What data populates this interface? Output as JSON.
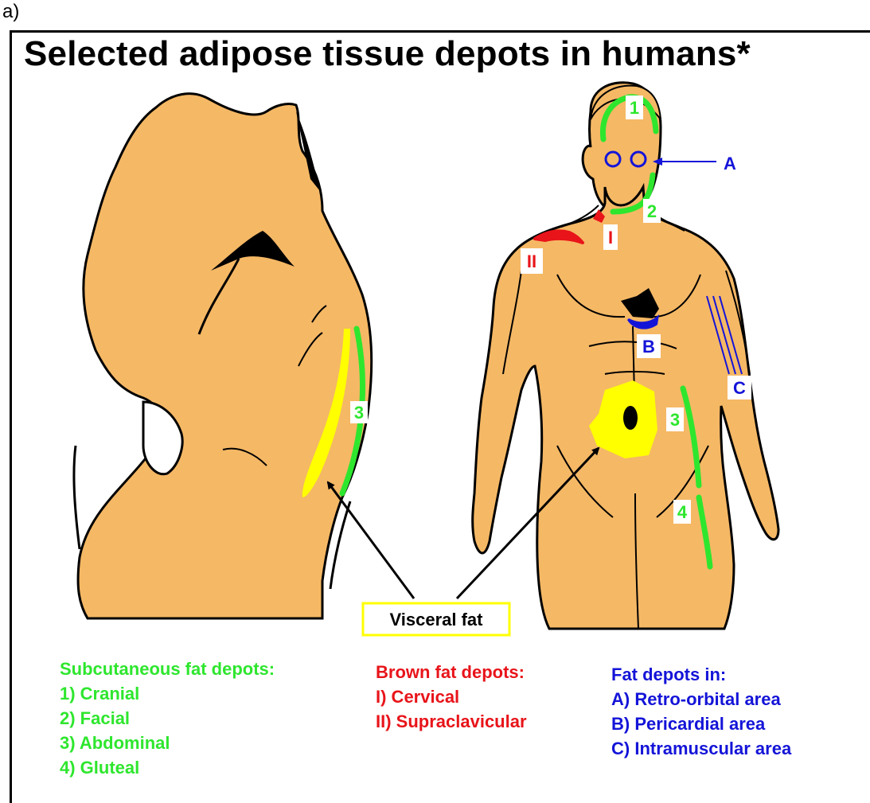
{
  "panel_letter": "a)",
  "title": "Selected adipose tissue depots in humans*",
  "markers": {
    "m1": "1",
    "m2": "2",
    "m3_side": "3",
    "m3_front": "3",
    "m4": "4",
    "mI": "I",
    "mII": "II",
    "mA": "A",
    "mB": "B",
    "mC": "C"
  },
  "visceral_label": "Visceral fat",
  "legend": {
    "subcutaneous": {
      "heading": "Subcutaneous fat depots:",
      "items": [
        "1) Cranial",
        "2) Facial",
        "3) Abdominal",
        "4) Gluteal"
      ]
    },
    "brown": {
      "heading": "Brown fat depots:",
      "items": [
        "I) Cervical",
        "II) Supraclavicular"
      ]
    },
    "other": {
      "heading": "Fat depots in:",
      "items": [
        "A) Retro-orbital area",
        "B) Pericardial area",
        "C) Intramuscular area"
      ]
    }
  },
  "colors": {
    "skin": "#f5b865",
    "subcutaneous": "#2ee62e",
    "visceral": "#ffff00",
    "brown": "#e8141a",
    "other": "#1414d8",
    "outline": "#000000"
  }
}
